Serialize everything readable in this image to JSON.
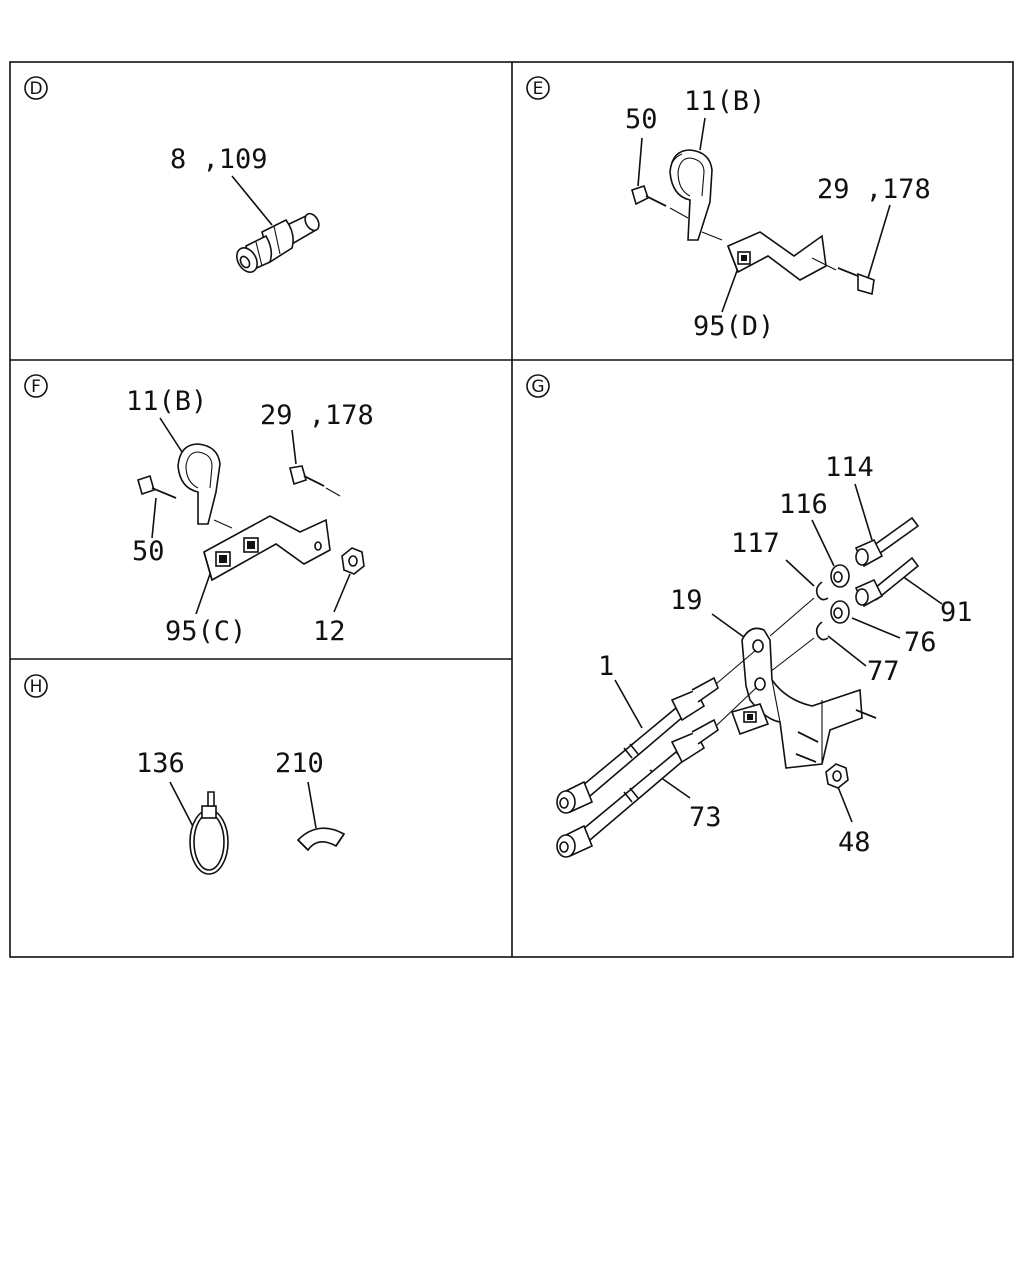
{
  "panels": [
    {
      "id": "D",
      "labels": [
        "8 ,109"
      ]
    },
    {
      "id": "E",
      "labels": [
        "50",
        "11(B)",
        "29 ,178",
        "95(D)"
      ]
    },
    {
      "id": "F",
      "labels": [
        "11(B)",
        "29 ,178",
        "50",
        "95(C)",
        "12"
      ]
    },
    {
      "id": "G",
      "labels": [
        "114",
        "116",
        "117",
        "91",
        "19",
        "76",
        "1",
        "77",
        "73",
        "48"
      ]
    },
    {
      "id": "H",
      "labels": [
        "136",
        "210"
      ]
    }
  ]
}
